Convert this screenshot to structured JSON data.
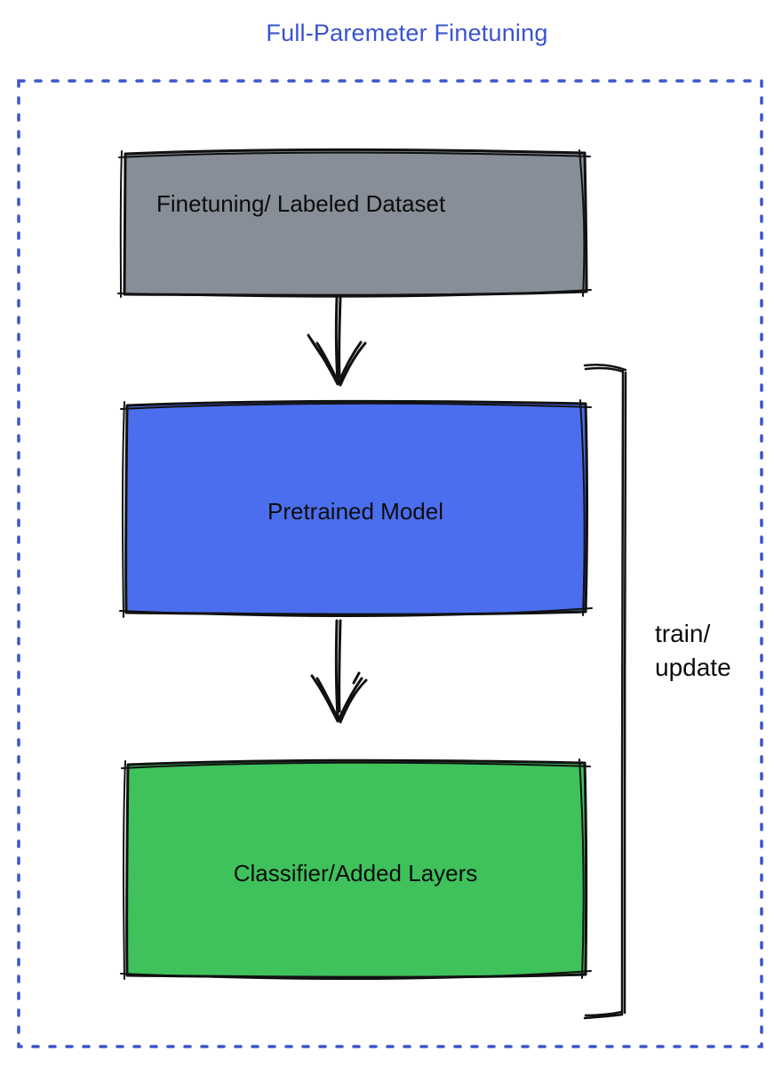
{
  "title": "Full-Paremeter Finetuning",
  "diagram": {
    "boxes": [
      {
        "id": "dataset",
        "label": "Finetuning/ Labeled Dataset",
        "color": "#878e98"
      },
      {
        "id": "pretrained",
        "label": "Pretrained Model",
        "color": "#4b6eee"
      },
      {
        "id": "classifier",
        "label": "Classifier/Added Layers",
        "color": "#3fc15c"
      }
    ],
    "loop_label": "train/\nupdate",
    "icons": {
      "arrow_between_boxes": "down-arrow",
      "loop_bracket": "right-side-bracket"
    }
  },
  "colors": {
    "title_text": "#3a53d0",
    "dotted_frame": "#3d55cc",
    "dataset_box": "#878e98",
    "pretrained_box": "#4b6eee",
    "classifier_box": "#3fc15c",
    "ink": "#111111"
  }
}
